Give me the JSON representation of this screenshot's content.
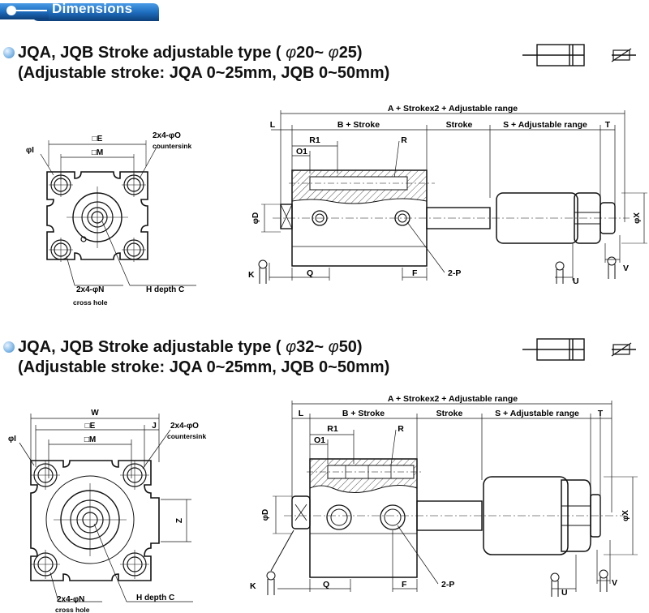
{
  "banner": {
    "label": "Dimensions"
  },
  "sections": [
    {
      "title_line1_prefix": "JQA, JQB Stroke adjustable type (",
      "title_line1_phi_a": "φ",
      "title_line1_size_a": "20~",
      "title_line1_phi_b": "φ",
      "title_line1_size_b": "25)",
      "title_line2": "(Adjustable stroke: JQA 0~25mm, JQB 0~50mm)",
      "front_view": {
        "square_e": "□E",
        "square_m": "□M",
        "phi_i": "φI",
        "countersink_qty": "2x4-φO",
        "countersink_label": "countersink",
        "cross_hole_qty": "2x4-φN",
        "cross_hole_label": "cross  hole",
        "h_depth": "H  depth  C"
      },
      "side_view": {
        "overall": "A  +  Strokex2  +  Adjustable range",
        "l": "L",
        "b_stroke": "B  +  Stroke",
        "stroke": "Stroke",
        "s_adj": "S  +  Adjustable range",
        "t": "T",
        "r1": "R1",
        "r": "R",
        "o1": "O1",
        "phi_d": "φD",
        "phi_x": "φX",
        "k": "K",
        "q": "Q",
        "f": "F",
        "two_p": "2-P",
        "u": "U",
        "v": "V"
      }
    },
    {
      "title_line1_prefix": "JQA, JQB Stroke adjustable type (",
      "title_line1_phi_a": "φ",
      "title_line1_size_a": "32~",
      "title_line1_phi_b": "φ",
      "title_line1_size_b": "50)",
      "title_line2": "(Adjustable stroke: JQA 0~25mm, JQB 0~50mm)",
      "front_view": {
        "w": "W",
        "square_e": "□E",
        "j": "J",
        "square_m": "□M",
        "phi_i": "φI",
        "countersink_qty": "2x4-φO",
        "countersink_label": "countersink",
        "z": "Z",
        "cross_hole_qty": "2x4-φN",
        "cross_hole_label": "cross  hole",
        "h_depth": "H  depth  C"
      },
      "side_view": {
        "overall": "A  +  Strokex2  +  Adjustable range",
        "l": "L",
        "b_stroke": "B  +  Stroke",
        "stroke": "Stroke",
        "s_adj": "S  +  Adjustable range",
        "t": "T",
        "r1": "R1",
        "r": "R",
        "o1": "O1",
        "phi_d": "φD",
        "phi_x": "φX",
        "k": "K",
        "q": "Q",
        "f": "F",
        "two_p": "2-P",
        "u": "U",
        "v": "V"
      }
    }
  ],
  "colors": {
    "banner_blue": "#1f6fc0",
    "banner_dark": "#0d3f7a",
    "ink": "#111111",
    "hatch": "#555555"
  }
}
